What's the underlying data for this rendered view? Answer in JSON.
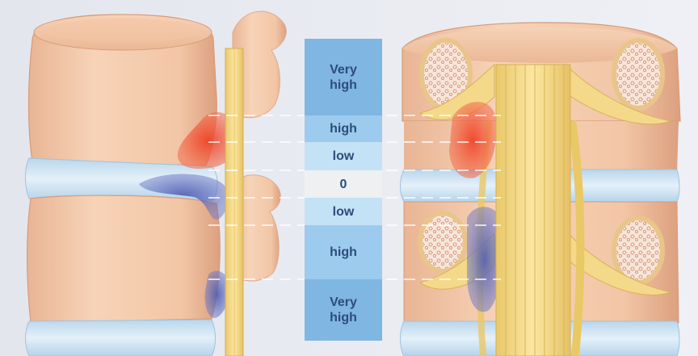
{
  "scale": {
    "bands": [
      {
        "label": "Very\nhigh",
        "color": "#7fb6e2"
      },
      {
        "label": "high",
        "color": "#9ccbee"
      },
      {
        "label": "low",
        "color": "#c4e2f6"
      },
      {
        "label": "0",
        "color": "#eef0f2"
      },
      {
        "label": "low",
        "color": "#c4e2f6"
      },
      {
        "label": "high",
        "color": "#9ccbee"
      },
      {
        "label": "Very\nhigh",
        "color": "#7fb6e2"
      }
    ]
  },
  "colors": {
    "bone": "#f3c9ab",
    "bone_shadow": "#dea382",
    "disc": "#cfe3f2",
    "ligament": "#f4dc8c",
    "marrow": "#f6e1d4",
    "red_region": "#ef4a2c",
    "blue_region": "#5561b5"
  }
}
